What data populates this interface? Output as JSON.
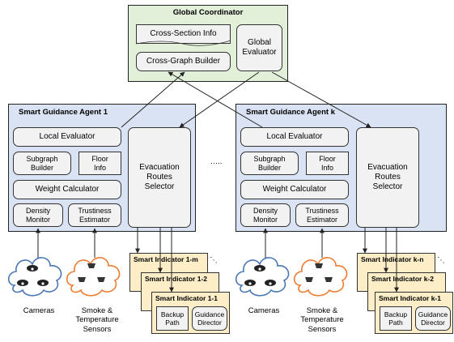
{
  "global": {
    "title": "Global Coordinator",
    "cross_section_info": "Cross-Section Info",
    "cross_graph_builder": "Cross-Graph Builder",
    "global_evaluator": "Global Evaluator"
  },
  "agent1": {
    "title": "Smart Guidance Agent 1",
    "local_evaluator": "Local Evaluator",
    "subgraph_builder": "Subgraph Builder",
    "floor_info": "Floor Info",
    "weight_calculator": "Weight Calculator",
    "density_monitor": "Density Monitor",
    "trustiness_estimator": "Trustiness Estimator",
    "evacuation_routes_selector": "Evacuation Routes Selector"
  },
  "agentk": {
    "title": "Smart Guidance Agent k",
    "local_evaluator": "Local Evaluator",
    "subgraph_builder": "Subgraph Builder",
    "floor_info": "Floor Info",
    "weight_calculator": "Weight Calculator",
    "density_monitor": "Density Monitor",
    "trustiness_estimator": "Trustiness Estimator",
    "evacuation_routes_selector": "Evacuation Routes Selector"
  },
  "ellipsis": "…..",
  "sensors": {
    "cameras_1": "Cameras",
    "smoke_1": "Smoke & Temperature Sensors",
    "cameras_k": "Cameras",
    "smoke_k": "Smoke & Temperature Sensors"
  },
  "indicators1": {
    "card_m": "Smart Indicator 1-m",
    "card_2": "Smart Indicator 1-2",
    "card_1": "Smart Indicator 1-1",
    "backup_path": "Backup Path",
    "guidance_director": "Guidance Director",
    "dots": "⋱"
  },
  "indicatorsk": {
    "card_n": "Smart Indicator k-n",
    "card_2": "Smart Indicator k-2",
    "card_1": "Smart Indicator k-1",
    "backup_path": "Backup Path",
    "guidance_director": "Guidance Director",
    "dots": "⋱"
  },
  "colors": {
    "global_bg": "#e2efd9",
    "agent_bg": "#dae3f3",
    "box_bg": "#f2f2f2",
    "card_bg": "#fdeec7",
    "camera_cloud": "#4a78b5",
    "sensor_cloud": "#ed7d31"
  }
}
